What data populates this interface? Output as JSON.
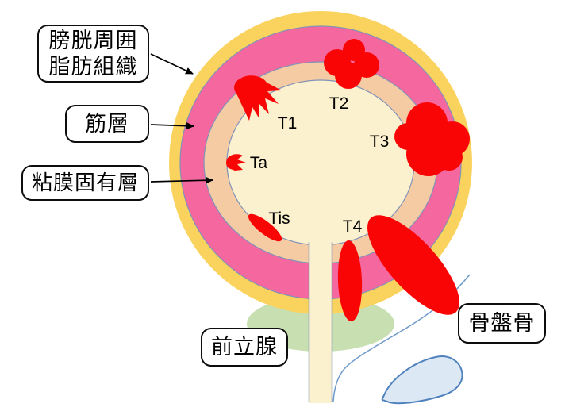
{
  "diagram": {
    "subject": "bladder-cancer-T-stage-schematic",
    "anatomy_labels": {
      "perivesical_fat_line1": "膀胱周囲",
      "perivesical_fat_line2": "脂肪組織",
      "muscle_layer": "筋層",
      "lamina_propria": "粘膜固有層",
      "prostate": "前立腺",
      "pelvic_bone": "骨盤骨"
    },
    "stage_labels": {
      "ta": "Ta",
      "tis": "Tis",
      "t1": "T1",
      "t2": "T2",
      "t3": "T3",
      "t4": "T4"
    },
    "colors": {
      "perivesical_fat_layer": "#FAD35E",
      "muscle_layer": "#F4679F",
      "lamina_propria_layer": "#F5CBA3",
      "bladder_lumen": "#FCF1CE",
      "tumor_red": "#F90505",
      "prostate_green": "#C8DFB2",
      "pelvic_bone_fill": "#DCE9F5",
      "pelvic_bone_outline": "#4F81BD",
      "layer_outline": "#8193B8",
      "body_contour_line": "#6F9AC9",
      "label_box_border": "#0d0d0d"
    }
  }
}
